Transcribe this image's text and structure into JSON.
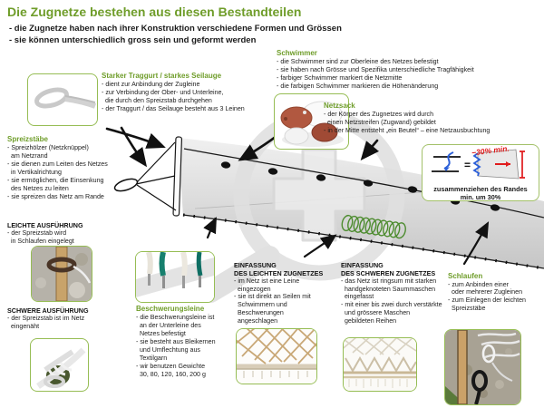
{
  "header": {
    "title": "Die Zugnetze bestehen aus diesen Bestandteilen",
    "subtitle_lines": [
      "- die Zugnetze haben nach ihrer Konstruktion verschiedene Formen und Grössen",
      "- sie können unterschiedlich gross sein und geformt werden"
    ]
  },
  "sections": {
    "traggurt": {
      "title": "Starker Traggurt / starkes Seilauge",
      "lines": [
        "- dient zur Anbindung der Zugleine",
        "- zur Verbindung der Ober- und Unterleine,",
        "  die durch den Spreizstab durchgehen",
        "- der Traggurt / das Seilauge besteht aus 3 Leinen"
      ]
    },
    "schwimmer": {
      "title": "Schwimmer",
      "lines": [
        "- die Schwimmer sind zur Oberleine des Netzes befestigt",
        "- sie haben nach Grösse und Spezifika unterschiedliche Tragfähigkeit",
        "- farbiger Schwimmer markiert die Netzmitte",
        "- die farbigen Schwimmer markieren die Höhenänderung"
      ]
    },
    "netzsack": {
      "title": "Netzsack",
      "lines": [
        "- der Körper des Zugnetzes wird durch",
        "  einen Netzstreifen (Zugwand) gebildet",
        "- in der Mitte entsteht „ein Beutel“ – eine Netzausbuchtung"
      ]
    },
    "spreizstaebe": {
      "title": "Spreizstäbe",
      "lines": [
        "- Spreizhölzer (Netzknüppel)",
        "  am Netzrand",
        "- sie dienen zum Leiten des Netzes",
        "  in Vertikalrichtung",
        "- sie ermöglichen, die Einsenkung",
        "  des Netzes zu leiten",
        "- sie spreizen das Netz am Rande"
      ]
    },
    "leichte_ausfuehrung": {
      "title": "LEICHTE AUSFÜHRUNG",
      "lines": [
        "- der Spreizstab wird",
        "  in Schlaufen eingelegt"
      ]
    },
    "schwere_ausfuehrung": {
      "title": "SCHWERE AUSFÜHRUNG",
      "lines": [
        "- der Spreizstab ist im Netz",
        "  eingenäht"
      ]
    },
    "beschwerungsleine": {
      "title": "Beschwerungsleine",
      "lines": [
        "- die Beschwerungsleine ist",
        "  an der Unterleine des",
        "  Netzes befestigt",
        "- sie besteht aus Bleikernen",
        "  und Umflechtung aus",
        "  Textilgarn",
        "- wir benutzen Gewichte",
        "  30, 80, 120, 160, 200 g"
      ]
    },
    "einfassung_leicht": {
      "title_line1": "EINFASSUNG",
      "title_line2": "DES LEICHTEN ZUGNETZES",
      "lines": [
        "- im Netz ist eine Leine",
        "  eingezogen",
        "- sie ist direkt an Seilen mit",
        "  Schwimmern und",
        "  Beschwerungen",
        "  angeschlagen"
      ]
    },
    "einfassung_schwer": {
      "title_line1": "EINFASSUNG",
      "title_line2": "DES SCHWEREN ZUGNETZES",
      "lines": [
        "- das Netz ist ringsum mit starken",
        "  handgeknoteten Saummaschen",
        "  eingefasst",
        "- mit einer bis zwei durch verstärkte",
        "  und grössere Maschen",
        "  gebildeten Reihen"
      ]
    },
    "schlaufen": {
      "title": "Schlaufen",
      "lines": [
        "- zum Anbinden einer",
        "  oder mehrerer Zugleinen",
        "- zum Einlegen der leichten",
        "  Spreizstäbe"
      ]
    },
    "shrink_box": {
      "caption_line1": "zusammenziehen des Randes",
      "caption_line2": "min. um 30%",
      "annotation": "−30% min."
    }
  },
  "colors": {
    "accent_green": "#6f9d2a",
    "photo_border_green": "#96bd54",
    "annotation_red": "#e01b1c",
    "sketch_blue": "#2b5fd9",
    "coil_green": "#4d8c2f"
  }
}
